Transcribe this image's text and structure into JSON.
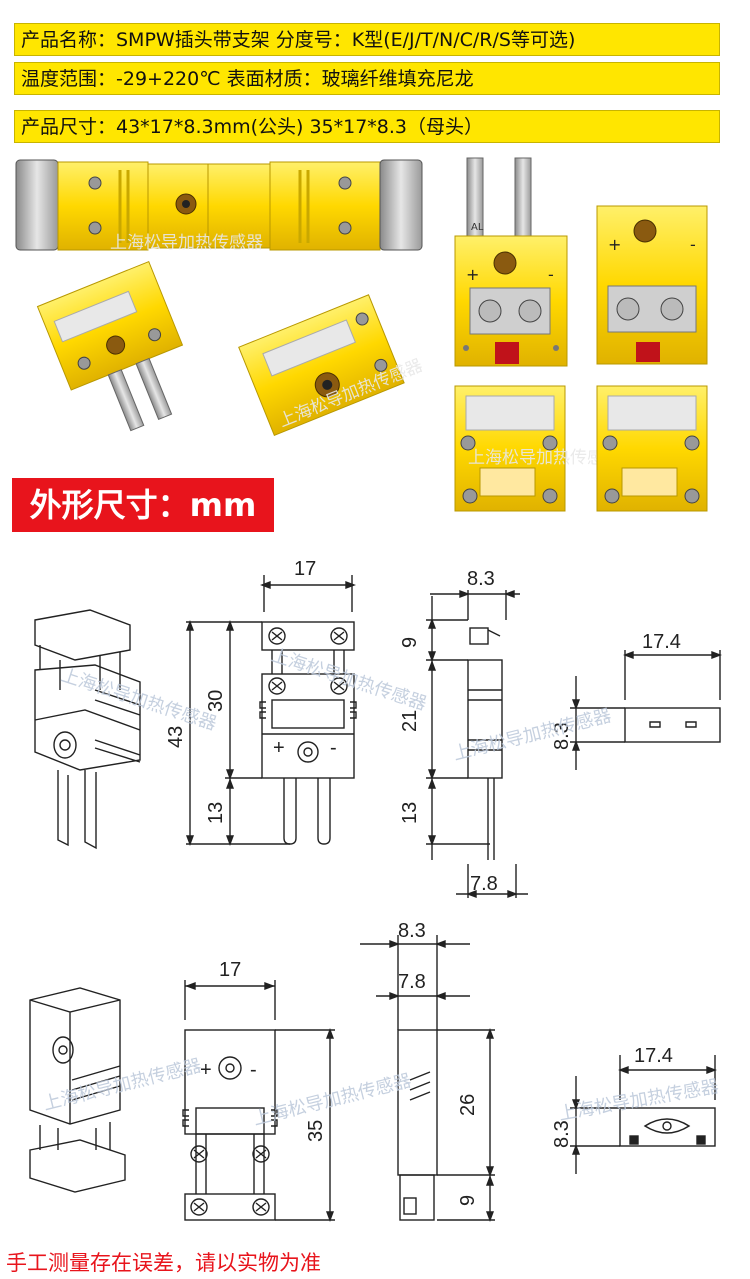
{
  "banners": {
    "line1": "产品名称：SMPW插头带支架  分度号：K型(E/J/T/N/C/R/S等可选)",
    "line2": "温度范围：-29+220℃        表面材质：玻璃纤维填充尼龙",
    "line3": "产品尺寸：43*17*8.3mm(公头)  35*17*8.3（母头）"
  },
  "section_title": "外形尺寸：mm",
  "watermark": "上海松导加热传感器",
  "photo_marks": {
    "al": "AL",
    "plus": "+",
    "minus": "-"
  },
  "male_dims": {
    "width_top": "17",
    "overall": "43",
    "body": "30",
    "pins": "13",
    "side_thickness": "8.3",
    "side_top": "9",
    "side_body": "21",
    "side_pins": "13",
    "side_pin_offset": "7.8",
    "end_width": "17.4",
    "end_height": "8.3",
    "plus": "+",
    "minus": "-"
  },
  "female_dims": {
    "width_top": "17",
    "overall": "35",
    "side_thickness": "8.3",
    "side_inner": "7.8",
    "side_body": "26",
    "side_bottom": "9",
    "end_width": "17.4",
    "end_height": "8.3",
    "plus": "+",
    "minus": "-"
  },
  "footer": "手工测量存在误差，请以实物为准",
  "colors": {
    "banner": "#ffe600",
    "plug_yellow": "#ffd800",
    "red": "#e8141c",
    "metal": "#b8b8b8"
  }
}
